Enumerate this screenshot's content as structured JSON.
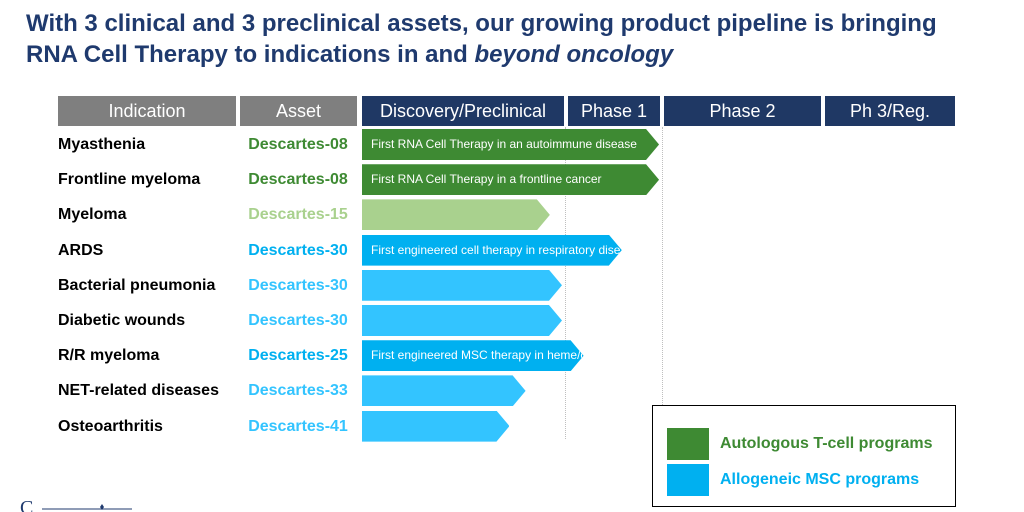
{
  "title": {
    "line1": "With 3 clinical and 3 preclinical assets, our growing product pipeline is bringing",
    "line2_start": "RNA Cell Therapy to indications in and ",
    "line2_italic": "beyond oncology"
  },
  "colors": {
    "header_grey": "#7f7f7f",
    "header_navy": "#1f3864",
    "autologous": "#3e8a33",
    "autologous_light": "#a9d18e",
    "allogeneic": "#00b0f0",
    "allogeneic_light": "#33c4ff"
  },
  "headers": {
    "indication": "Indication",
    "asset": "Asset",
    "discovery": "Discovery/Preclinical",
    "phase1": "Phase 1",
    "phase2": "Phase 2",
    "phase3": "Ph 3/Reg."
  },
  "chart_data": {
    "type": "bar",
    "orientation": "horizontal",
    "stages": [
      "Discovery/Preclinical",
      "Phase 1",
      "Phase 2",
      "Ph 3/Reg."
    ],
    "rows": [
      {
        "indication": "Myasthenia",
        "asset": "Descartes-08",
        "progress": 1.97,
        "program": "autologous",
        "shade": "dark",
        "note": "First RNA Cell Therapy in an autoimmune disease"
      },
      {
        "indication": "Frontline myeloma",
        "asset": "Descartes-08",
        "progress": 1.97,
        "program": "autologous",
        "shade": "dark",
        "note": "First RNA Cell Therapy in a frontline cancer"
      },
      {
        "indication": "Myeloma",
        "asset": "Descartes-15",
        "progress": 0.93,
        "program": "autologous",
        "shade": "light",
        "note": ""
      },
      {
        "indication": "ARDS",
        "asset": "Descartes-30",
        "progress": 1.59,
        "program": "allogeneic",
        "shade": "dark",
        "note": "First engineered cell therapy in respiratory disease"
      },
      {
        "indication": "Bacterial pneumonia",
        "asset": "Descartes-30",
        "progress": 0.99,
        "program": "allogeneic",
        "shade": "light",
        "note": ""
      },
      {
        "indication": "Diabetic wounds",
        "asset": "Descartes-30",
        "progress": 0.99,
        "program": "allogeneic",
        "shade": "light",
        "note": ""
      },
      {
        "indication": "R/R myeloma",
        "asset": "Descartes-25",
        "progress": 1.2,
        "program": "allogeneic",
        "shade": "dark",
        "note": "First engineered MSC therapy in heme/onc"
      },
      {
        "indication": "NET-related diseases",
        "asset": "Descartes-33",
        "progress": 0.81,
        "program": "allogeneic",
        "shade": "light",
        "note": ""
      },
      {
        "indication": "Osteoarthritis",
        "asset": "Descartes-41",
        "progress": 0.73,
        "program": "allogeneic",
        "shade": "light",
        "note": ""
      }
    ],
    "legend": [
      {
        "label": "Autologous T-cell programs",
        "color": "#3e8a33"
      },
      {
        "label": "Allogeneic MSC programs",
        "color": "#00b0f0"
      }
    ],
    "legend_position": "bottom-right",
    "grid": true
  }
}
